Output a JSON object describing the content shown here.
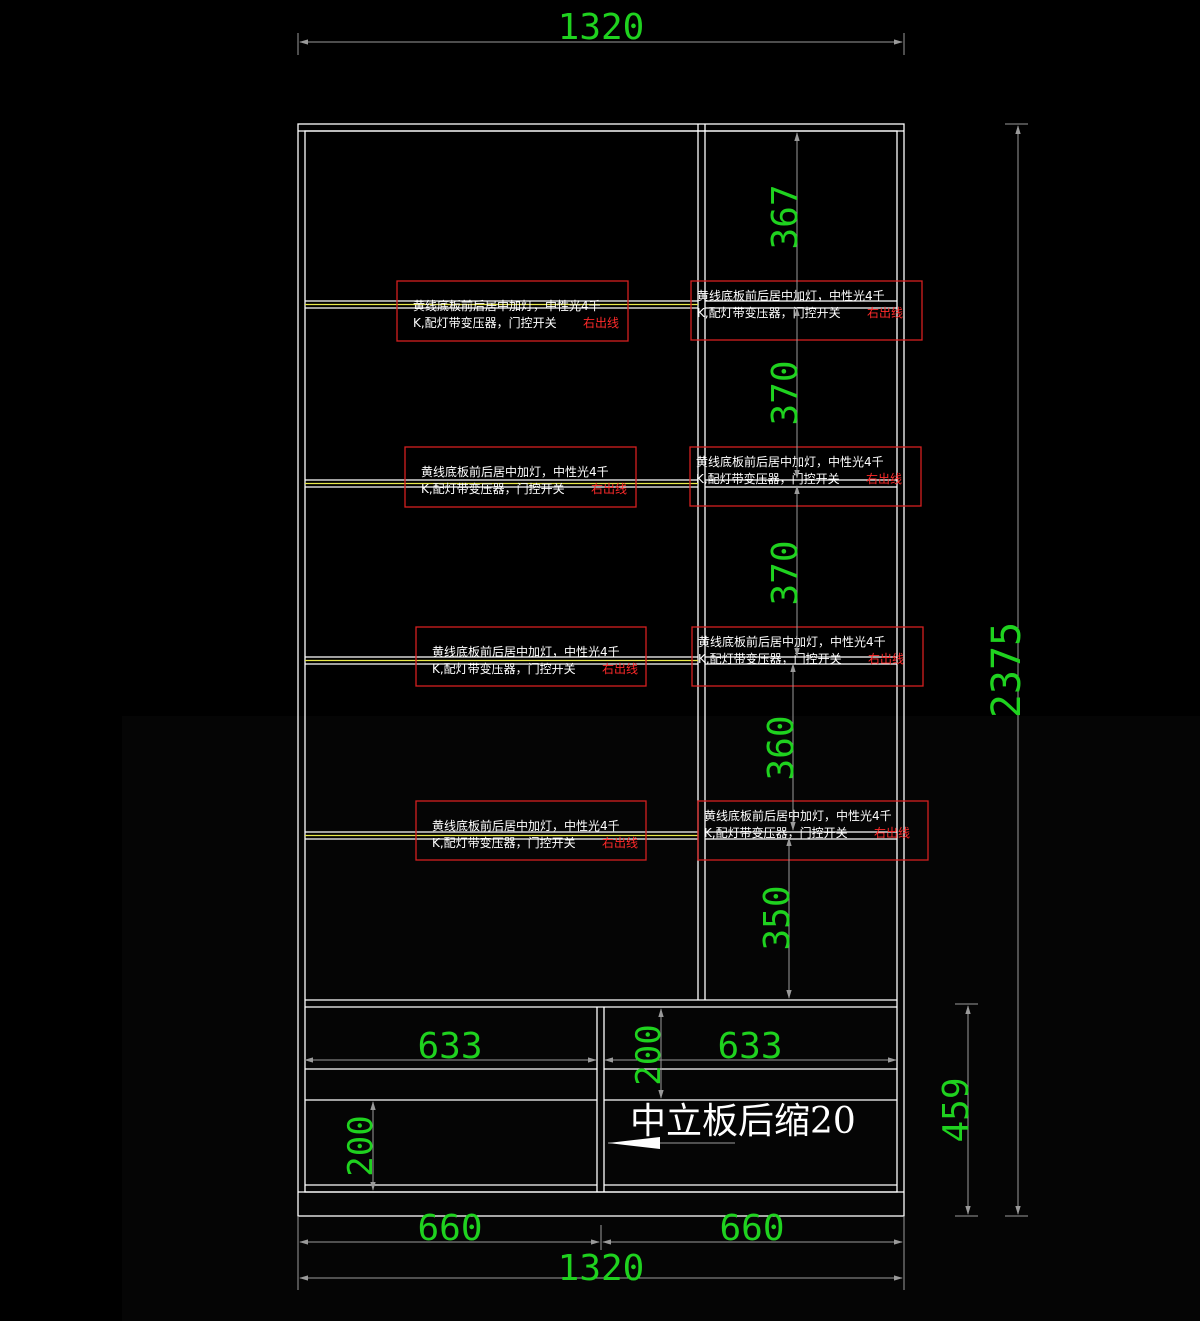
{
  "colors": {
    "background": "#000000",
    "outline": "#ffffff",
    "dimension": "#1fd21f",
    "dimension_line": "#9a9a9a",
    "light_line": "#e8e84a",
    "note_box": "#d42020",
    "note_red": "#ff2a2a"
  },
  "dimensions": {
    "top_width": "1320",
    "bottom_width": "1320",
    "bottom_left": "660",
    "bottom_right": "660",
    "total_height": "2375",
    "base_height": "459",
    "shelf_gaps": [
      "367",
      "370",
      "370",
      "360",
      "350"
    ],
    "drawer_left_width": "633",
    "drawer_right_width": "633",
    "drawer_height_right": "200",
    "drawer_height_left": "200"
  },
  "notes": {
    "light_line1": "黄线底板前后居中加灯，中性光4千",
    "light_line2": "K,配灯带变压器，门控开关",
    "light_red": "右出线",
    "center_panel": "中立板后缩20"
  }
}
